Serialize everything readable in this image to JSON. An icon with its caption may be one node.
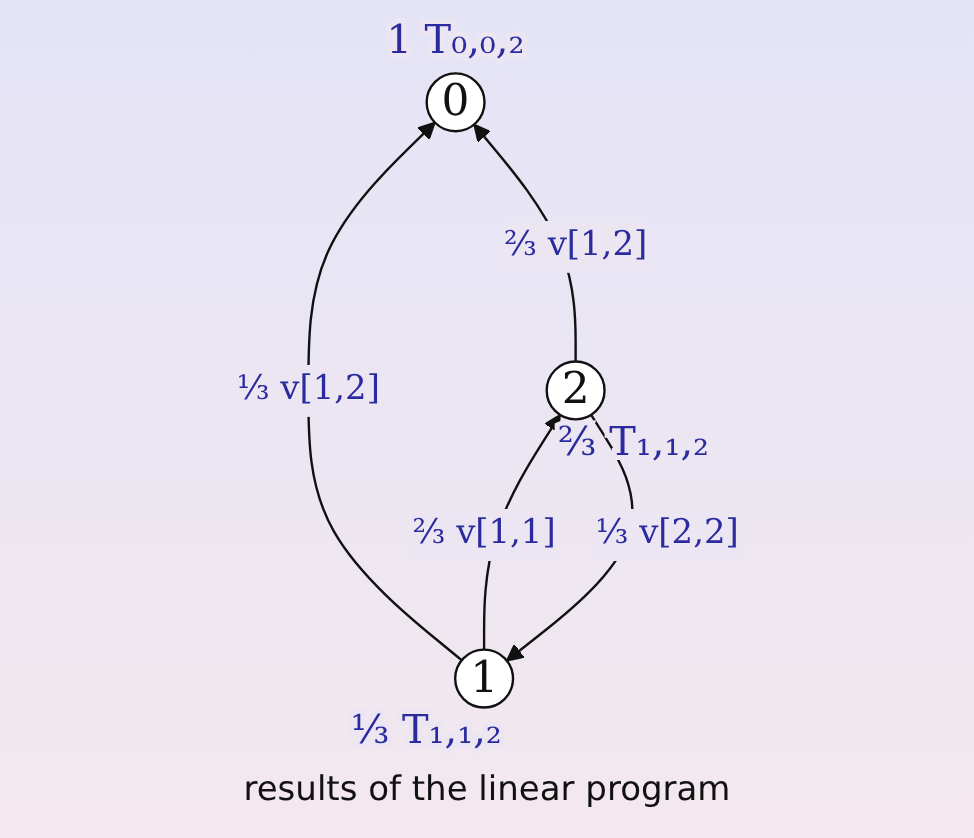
{
  "diagram": {
    "caption": "results of the linear program",
    "nodes": [
      {
        "text": [
          "0"
        ],
        "beside": [
          "1 T₀,₀,₂"
        ]
      },
      {
        "text": [
          "1"
        ],
        "beside": [
          "⅓ T₁,₁,₂"
        ]
      },
      {
        "text": [
          "2"
        ],
        "beside": [
          "⅔ T₁,₁,₂"
        ]
      }
    ],
    "edges": [
      {
        "from": 1,
        "to": 0,
        "arrow": "to",
        "label": "⅓ v[1,2]"
      },
      {
        "from": 2,
        "to": 0,
        "arrow": "to",
        "label": "⅔ v[1,2]"
      },
      {
        "from": 1,
        "to": 2,
        "arrow": "to",
        "label": "⅔ v[1,1]"
      },
      {
        "from": 2,
        "to": 1,
        "arrow": "to",
        "label": "⅓ v[2,2]"
      }
    ]
  }
}
